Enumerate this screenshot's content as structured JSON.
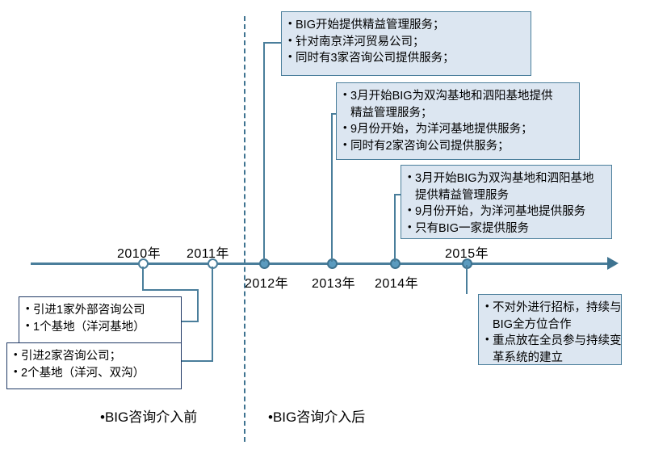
{
  "diagram": {
    "title": "BIG咨询介入前后时间轴",
    "colors": {
      "axis": "#4A7E9B",
      "marker_fill": "#5B9BBF",
      "box_fill": "#DCE6F1",
      "box_border": "#4A7E9B",
      "plain_box_border": "#1F3864",
      "divider": "#3E7390"
    }
  },
  "axis": {
    "years": [
      {
        "label": "2010年",
        "marker": "hollow",
        "position": "above"
      },
      {
        "label": "2011年",
        "marker": "hollow",
        "position": "above"
      },
      {
        "label": "2012年",
        "marker": "filled",
        "position": "below"
      },
      {
        "label": "2013年",
        "marker": "filled",
        "position": "below"
      },
      {
        "label": "2014年",
        "marker": "filled",
        "position": "below"
      },
      {
        "label": "2015年",
        "marker": "filled",
        "position": "above"
      }
    ]
  },
  "callouts": {
    "box_2012": {
      "lines": [
        "BIG开始提供精益管理服务；",
        "针对南京洋河贸易公司；",
        "同时有3家咨询公司提供服务；"
      ]
    },
    "box_2013": {
      "lines": [
        "3月开始BIG为双沟基地和泗阳基地提供",
        "精益管理服务；",
        "9月份开始，为洋河基地提供服务；",
        "同时有2家咨询公司提供服务；"
      ],
      "continuation_indices": [
        1
      ]
    },
    "box_2014": {
      "lines": [
        "3月开始BIG为双沟基地和泗阳基地",
        "提供精益管理服务",
        "9月份开始，为洋河基地提供服务",
        "只有BIG一家提供服务"
      ],
      "continuation_indices": [
        1
      ]
    },
    "box_2015": {
      "lines": [
        "不对外进行招标，持续与",
        "BIG全方位合作",
        "重点放在全员参与持续变",
        "革系统的建立"
      ],
      "continuation_indices": [
        1,
        3
      ]
    },
    "box_2010": {
      "lines": [
        "引进1家外部咨询公司",
        "1个基地（洋河基地）"
      ]
    },
    "box_2011": {
      "lines": [
        "引进2家咨询公司；",
        "2个基地（洋河、双沟）"
      ]
    }
  },
  "legend": {
    "before": "•BIG咨询介入前",
    "after": "•BIG咨询介入后"
  }
}
